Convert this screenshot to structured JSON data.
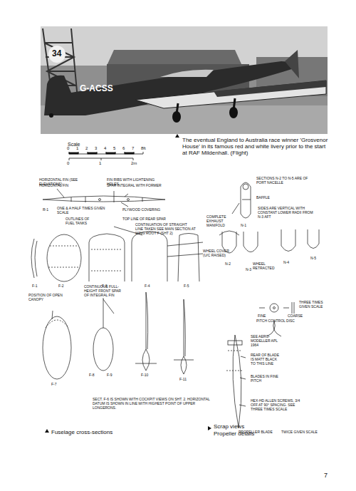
{
  "diagram": {
    "caption": "The eventual England to Australia race winner 'Grosvenor House' in its famous red and white livery prior to the start at RAF Mildenhall. (Flight)",
    "labels": [
      "34",
      "G-ACSS",
      "Scale",
      "0",
      "1",
      "2",
      "3",
      "4",
      "5",
      "6",
      "7",
      "8ft",
      "0",
      "1",
      "2m",
      "HORIZONTAL FIN (SEE ELEVATIONS)",
      "HORIZONTAL FIN",
      "FIN RIBS WITH LIGHTENING HOLES",
      "SPAR INTEGRAL WITH FORMER",
      "PLYWOOD COVERING",
      "R-1",
      "ONE & A HALF TIMES GIVEN SCALE",
      "OUTLINES OF FUEL TANKS",
      "TOP LINE OF REAR SPAR",
      "CONTINUATION OF STRAIGHT LINE TAKEN SEE MAIN SECTION AT WING ROOT F (SHT 2)",
      "F-1",
      "F-2",
      "F-3",
      "F-4",
      "F-5",
      "POSITION OF OPEN CANOPY",
      "CONTINUOUS FULL-HEIGHT FRONT SPAR OF INTEGRAL FIN",
      "F-7",
      "F-8",
      "F-9",
      "F-10",
      "F-11",
      "SECT. F-6 IS SHOWN WITH COCKPIT VIEWS ON SHT. 2. HORIZONTAL DATUM IS SHOWN IN LINE WITH HIGHEST POINT OF UPPER LONGERONS.",
      "SECTIONS N-2 TO N-5 ARE OF PORT NACELLE",
      "BAFFLE",
      "COMPLETE EXHAUST MANIFOLD",
      "SIDES ARE VERTICAL WITH CONSTANT LOWER RADII FROM N-3 AFT",
      "N-1",
      "WHEEL COVER (U/C RAISED)",
      "N-2",
      "WHEEL RETRACTED",
      "N-3",
      "N-4",
      "N-5",
      "THREE TIMES GIVEN SCALE",
      "FINE",
      "PITCH CONTROL DISC",
      "COARSE",
      "SEE AERO-MODELLER APL 1964",
      "REAR OF BLADE IS MATT BLACK TO THIS LINE",
      "BLADES IN FINE PITCH",
      "HEX-HD ALLEN SCREWS, 3/4 OFF AT 90° SPACING. SEE THREE TIMES SCALE",
      "PROPELLER BLADE",
      "TWICE GIVEN SCALE",
      "Fuselage cross-sections",
      "Scrap views",
      "Propeller details",
      "7"
    ]
  }
}
